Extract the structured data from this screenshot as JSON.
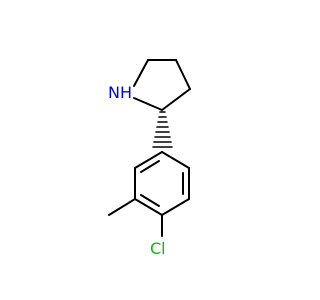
{
  "molecule": {
    "atoms": [
      {
        "id": "nh",
        "label": "NH",
        "color": "#0000ff"
      },
      {
        "id": "cl",
        "label": "Cl",
        "color": "#00c000"
      }
    ]
  },
  "colors": {
    "bond": "#000000",
    "nitrogen": "#0000ff",
    "chlorine": "#00c000",
    "background": "#ffffff"
  }
}
